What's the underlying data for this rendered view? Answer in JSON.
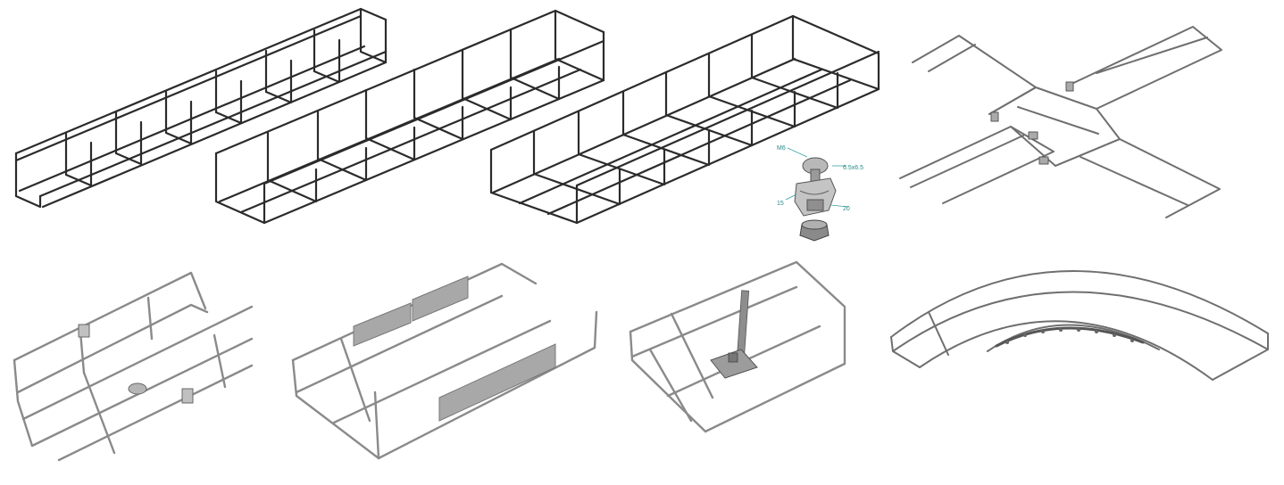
{
  "panels": [
    {
      "id": "straight-tray-narrow"
    },
    {
      "id": "straight-tray-medium"
    },
    {
      "id": "straight-tray-wide"
    },
    {
      "id": "clamp-detail",
      "dimensions": [
        "M6",
        "6.5x6.5",
        "15",
        "20"
      ]
    },
    {
      "id": "cross-tee-junction"
    },
    {
      "id": "tray-coupling-detail"
    },
    {
      "id": "tray-divider-plates"
    },
    {
      "id": "tray-threaded-rod-support"
    },
    {
      "id": "tray-90-bend"
    }
  ],
  "colors": {
    "wire_dark": "#2b2b2b",
    "wire_galvanized": "#8a8a8a",
    "plate": "#a8a8a8",
    "dimension": "#2a8a8a"
  }
}
